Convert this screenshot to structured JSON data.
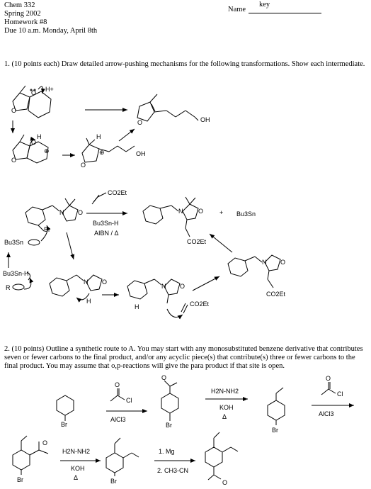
{
  "header": {
    "course": "Chem 332",
    "term": "Spring 2002",
    "assignment": "Homework #8",
    "due": "Due 10 a.m. Monday, April 8th",
    "name_label": "Name",
    "name_value": "key"
  },
  "q1": {
    "prompt": "1. (10 points each) Draw detailed arrow-pushing mechanisms for the following transformations.  Show each intermediate.",
    "labels": {
      "h_plus": "H+",
      "oh1": "OH",
      "oh2": "OH",
      "o_a": "O",
      "o_b": "O",
      "o_c": "O",
      "o_d": "O",
      "o_e": "O",
      "o_f": "O",
      "h1": "H",
      "h2": "H",
      "plus_sign": "⊕"
    },
    "part_b": {
      "reagent_alkene": "CO2Et",
      "reagent_1": "Bu3Sn-H",
      "reagent_2": "AIBN / Δ",
      "plus": "+",
      "bu3sn_radical": "Bu3Sn",
      "bu3sn_left": "Bu3Sn",
      "bu3snh_left": "Bu3Sn-H",
      "r_radical": "R",
      "br": "Br",
      "n_labels": [
        "N",
        "N",
        "N",
        "N",
        "N"
      ],
      "o_labels": [
        "O",
        "O",
        "O",
        "O",
        "O"
      ],
      "co2et_labels": [
        "CO2Et",
        "CO2Et",
        "CO2Et"
      ],
      "h_label": "H",
      "h_label2": "H"
    }
  },
  "q2": {
    "prompt": "2.  (10 points)  Outline a synthetic route to A.  You may start with any monosubstituted benzene derivative that contributes seven or fewer carbons to the final product, and/or any acyclic piece(s) that contribute(s) three or fewer carbons to the final product. You may assume that o,p-reactions will give the para product if that site is open.",
    "steps": [
      {
        "reagent_top": "",
        "reagent_bottom": "AlCl3",
        "acyl_cl": "Cl",
        "acyl_o": "O"
      },
      {
        "reagent_top": "H2N-NH2",
        "reagent_mid": "KOH",
        "reagent_bottom": "Δ"
      },
      {
        "reagent_top": "",
        "reagent_bottom": "AlCl3",
        "acyl_cl": "Cl",
        "acyl_o": "O"
      },
      {
        "reagent_top": "H2N-NH2",
        "reagent_mid": "KOH",
        "reagent_bottom": "Δ"
      },
      {
        "reagent_top": "1. Mg",
        "reagent_bottom": "2. CH3-CN"
      }
    ],
    "br_labels": [
      "Br",
      "Br",
      "Br",
      "Br",
      "Br"
    ],
    "o_labels": [
      "O",
      "O",
      "O"
    ]
  }
}
